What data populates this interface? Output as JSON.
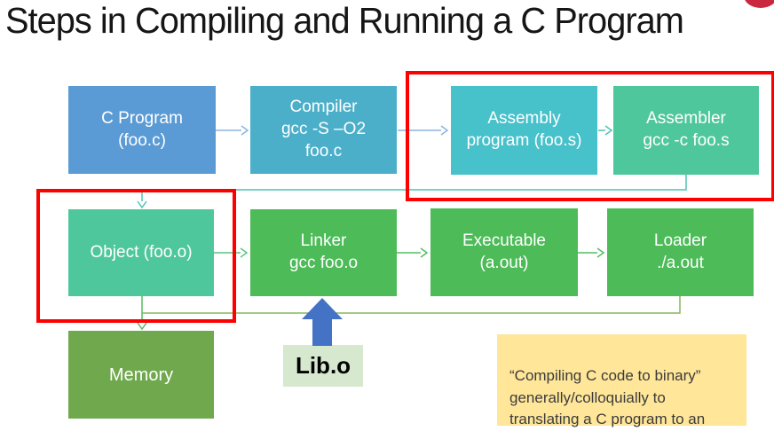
{
  "title": "Steps in Compiling and Running a C Program",
  "boxes": {
    "c_program": {
      "label": "C Program\n(foo.c)"
    },
    "compiler": {
      "label": "Compiler\ngcc -S –O2\nfoo.c"
    },
    "assembly": {
      "label": "Assembly\nprogram (foo.s)"
    },
    "assembler": {
      "label": "Assembler\ngcc -c foo.s"
    },
    "object": {
      "label": "Object (foo.o)"
    },
    "linker": {
      "label": "Linker\ngcc foo.o"
    },
    "executable": {
      "label": "Executable\n(a.out)"
    },
    "loader": {
      "label": "Loader\n./a.out"
    },
    "memory": {
      "label": "Memory"
    },
    "lib_o": {
      "label": "Lib.o"
    }
  },
  "note": {
    "text": "“Compiling C code to binary”\ngenerally/colloquially to\ntranslating a C program to an\nexecutable."
  },
  "colors": {
    "box_blue": "#5b9bd5",
    "box_steel": "#4bafca",
    "box_cyan": "#47c1ca",
    "box_emerald": "#4fc79c",
    "box_green": "#4cbb58",
    "box_olive": "#70a84e",
    "libo_bg": "#d6e8cd",
    "note_bg": "#ffe699",
    "annotation_red": "#ff0000",
    "arrow_blue": "#8ab4e0",
    "arrow_teal": "#4fc3b4",
    "arrow_green_teal": "#5ec47f",
    "arrow_green": "#52bd62",
    "elbow_olive": "#85b75f",
    "block_arrow_blue": "#4472c4",
    "red_dot": "#c9283e"
  }
}
